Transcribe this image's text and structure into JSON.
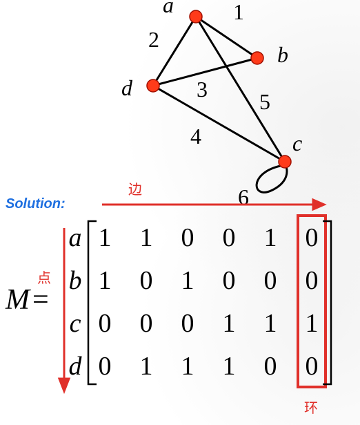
{
  "graph": {
    "vertices": [
      {
        "id": "a",
        "label": "a"
      },
      {
        "id": "b",
        "label": "b"
      },
      {
        "id": "c",
        "label": "c"
      },
      {
        "id": "d",
        "label": "d"
      }
    ],
    "edges": [
      {
        "id": 1,
        "label": "1",
        "from": "a",
        "to": "b"
      },
      {
        "id": 2,
        "label": "2",
        "from": "a",
        "to": "d"
      },
      {
        "id": 3,
        "label": "3",
        "from": "d",
        "to": "b"
      },
      {
        "id": 4,
        "label": "4",
        "from": "d",
        "to": "c"
      },
      {
        "id": 5,
        "label": "5",
        "from": "a",
        "to": "c"
      },
      {
        "id": 6,
        "label": "6",
        "from": "c",
        "to": "c"
      }
    ],
    "vertex_color": "#ff3b1a"
  },
  "solution_label": "Solution:",
  "matrix": {
    "name": "M",
    "equals": "=",
    "row_labels": [
      "a",
      "b",
      "c",
      "d"
    ],
    "rows": [
      [
        "1",
        "1",
        "0",
        "0",
        "1",
        "0"
      ],
      [
        "1",
        "0",
        "1",
        "0",
        "0",
        "0"
      ],
      [
        "0",
        "0",
        "0",
        "1",
        "1",
        "1"
      ],
      [
        "0",
        "1",
        "1",
        "1",
        "0",
        "0"
      ]
    ]
  },
  "annotations": {
    "edges_label": "边",
    "vertices_label": "点",
    "loop_label": "环",
    "color": "#e0302a"
  }
}
